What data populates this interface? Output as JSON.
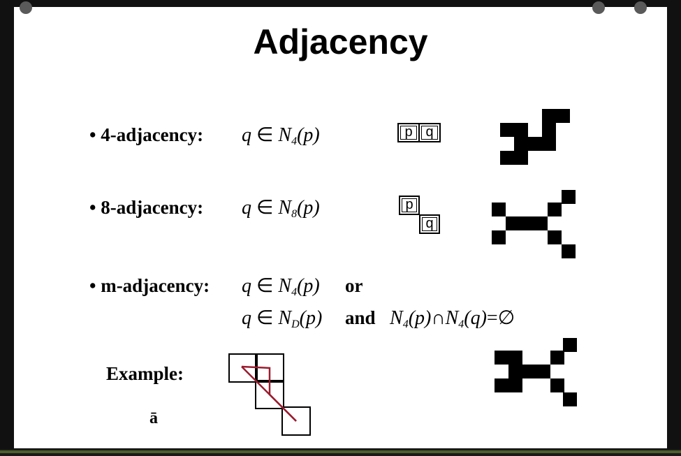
{
  "slide": {
    "title": "Adjacency",
    "row1": {
      "label": "• 4-adjacency:",
      "q": "q",
      "elem": "∈",
      "N": "N",
      "sub": "4",
      "arg": "(p)",
      "cell_p": "p",
      "cell_q": "q"
    },
    "row2": {
      "label": "• 8-adjacency:",
      "q": "q",
      "elem": "∈",
      "N": "N",
      "sub": "8",
      "arg": "(p)",
      "cell_p": "p",
      "cell_q": "q"
    },
    "row3": {
      "label": "• m-adjacency:",
      "line1": {
        "q": "q",
        "elem": "∈",
        "N": "N",
        "sub": "4",
        "arg": "(p)",
        "or": "or"
      },
      "line2": {
        "q": "q",
        "elem": "∈",
        "N": "N",
        "sub": "D",
        "arg": "(p)",
        "and": "and",
        "N1": "N",
        "sub1": "4",
        "arg1": "(p)",
        "cap": "∩",
        "N2": "N",
        "sub2": "4",
        "arg2": "(q)",
        "eq": "=",
        "empty": "∅"
      }
    },
    "example": {
      "label": "Example:",
      "footnote": "ā"
    },
    "colors": {
      "background": "#111111",
      "slide": "#ffffff",
      "path": "#9b1c2e",
      "bottom_line": "#4d5f2c"
    }
  }
}
